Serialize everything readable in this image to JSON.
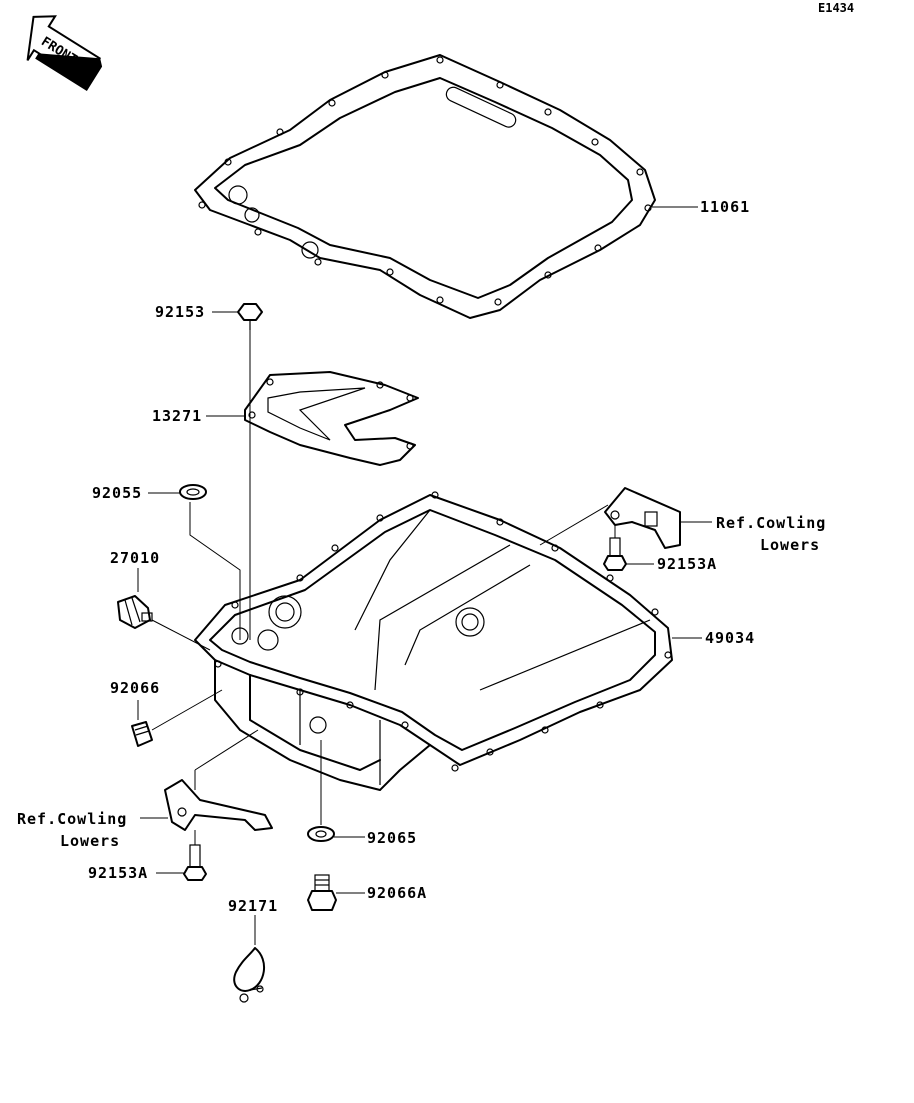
{
  "diagram_code": "E1434",
  "front_label": "FRONT",
  "parts": {
    "gasket_pan": "11061",
    "bolt_top": "92153",
    "baffle_plate": "13271",
    "seal": "92055",
    "oil_pressure_switch": "27010",
    "plug": "92066",
    "oil_pan": "49034",
    "bolt_right": "92153A",
    "bolt_left": "92153A",
    "washer": "92065",
    "drain_plug": "92066A",
    "clamp": "92171"
  },
  "ref_right": {
    "line1": "Ref.Cowling",
    "line2": "Lowers"
  },
  "ref_left": {
    "line1": "Ref.Cowling",
    "line2": "Lowers"
  }
}
